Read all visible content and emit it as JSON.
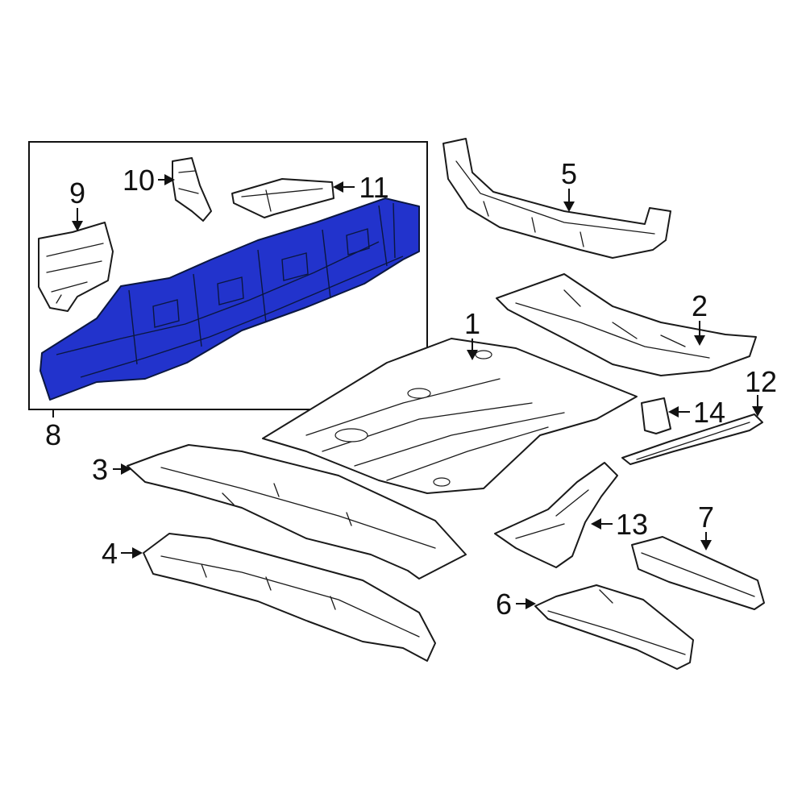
{
  "colors": {
    "highlight": "#2233cc",
    "outline": "#1a1a1a",
    "background": "#ffffff"
  },
  "callouts": {
    "c1": "1",
    "c2": "2",
    "c3": "3",
    "c4": "4",
    "c5": "5",
    "c6": "6",
    "c7": "7",
    "c8": "8",
    "c9": "9",
    "c10": "10",
    "c11": "11",
    "c12": "12",
    "c13": "13",
    "c14": "14"
  },
  "highlighted_part": "8"
}
